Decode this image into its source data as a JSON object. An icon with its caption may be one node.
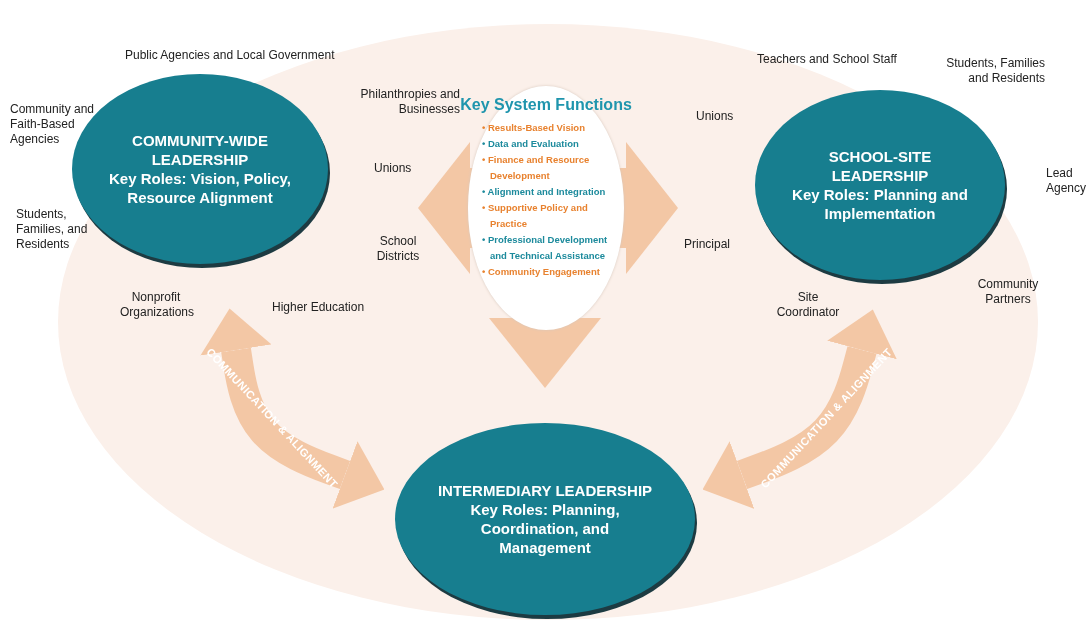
{
  "diagram": {
    "nodes": [
      {
        "text": [
          "COMMUNITY-WIDE LEADERSHIP",
          "Key Roles: Vision, Policy, Resource Alignment"
        ]
      },
      {
        "text": [
          "Key System Functions",
          "• Results-Based Vision",
          "• Data and Evaluation",
          "• Finance and Resource Development",
          "• Alignment and Integration",
          "• Supportive Policy and Practice",
          "• Professional Development and Technical Assistance",
          "• Community Engagement"
        ]
      },
      {
        "text": [
          "SCHOOL-SITE LEADERSHIP",
          "Key Roles: Planning and Implementation"
        ]
      },
      {
        "text": [
          "INTERMEDIARY LEADERSHIP",
          "Key Roles: Planning, Coordination, and Management"
        ]
      }
    ],
    "edges": [
      {
        "from": 1,
        "to": 0,
        "arrow": "to"
      },
      {
        "from": 1,
        "to": 2,
        "arrow": "to"
      },
      {
        "from": 1,
        "to": 3,
        "arrow": "to"
      },
      {
        "from": 0,
        "to": 3,
        "arrow": "both",
        "label": "COMMUNICATION & ALIGNMENT"
      },
      {
        "from": 3,
        "to": 2,
        "arrow": "both",
        "label": "COMMUNICATION & ALIGNMENT"
      }
    ],
    "labels": [
      "Public Agencies and Local Government",
      "Teachers and School Staff",
      "Students, Families and Residents",
      "Community and Faith-Based Agencies",
      "Philanthropies and Businesses",
      "Unions",
      "Unions",
      "Lead Agency",
      "Students, Families, and Residents",
      "School Districts",
      "Principal",
      "Nonprofit Organizations",
      "Higher Education",
      "Site Coordinator",
      "Community Partners"
    ]
  }
}
